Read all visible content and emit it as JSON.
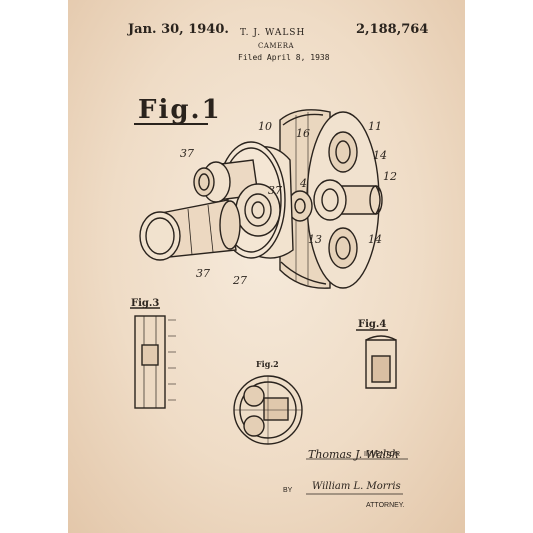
{
  "header": {
    "date": "Jan. 30, 1940.",
    "inventor_name": "T. J. WALSH",
    "patent_number": "2,188,764",
    "title": "CAMERA",
    "filed": "Filed April 8, 1938"
  },
  "figures": {
    "fig1": "Fig.1",
    "fig2": "Fig.2",
    "fig3": "Fig.3",
    "fig4": "Fig.4"
  },
  "reference_numerals": {
    "n10": "10",
    "n11": "11",
    "n12": "12",
    "n13": "13",
    "n14a": "14",
    "n14b": "14",
    "n16": "16",
    "n37a": "37",
    "n37b": "37",
    "n37c": "37",
    "n27": "27",
    "n4": "4"
  },
  "signature": {
    "inventor_label": "INVENTOR",
    "inventor_signature": "Thomas J. Walsh",
    "by_label": "BY",
    "attorney_signature": "William L. Morris",
    "attorney_label": "ATTORNEY."
  },
  "colors": {
    "paper": "#f3e3cf",
    "ink": "#2a231d",
    "border": "#ffffff"
  }
}
